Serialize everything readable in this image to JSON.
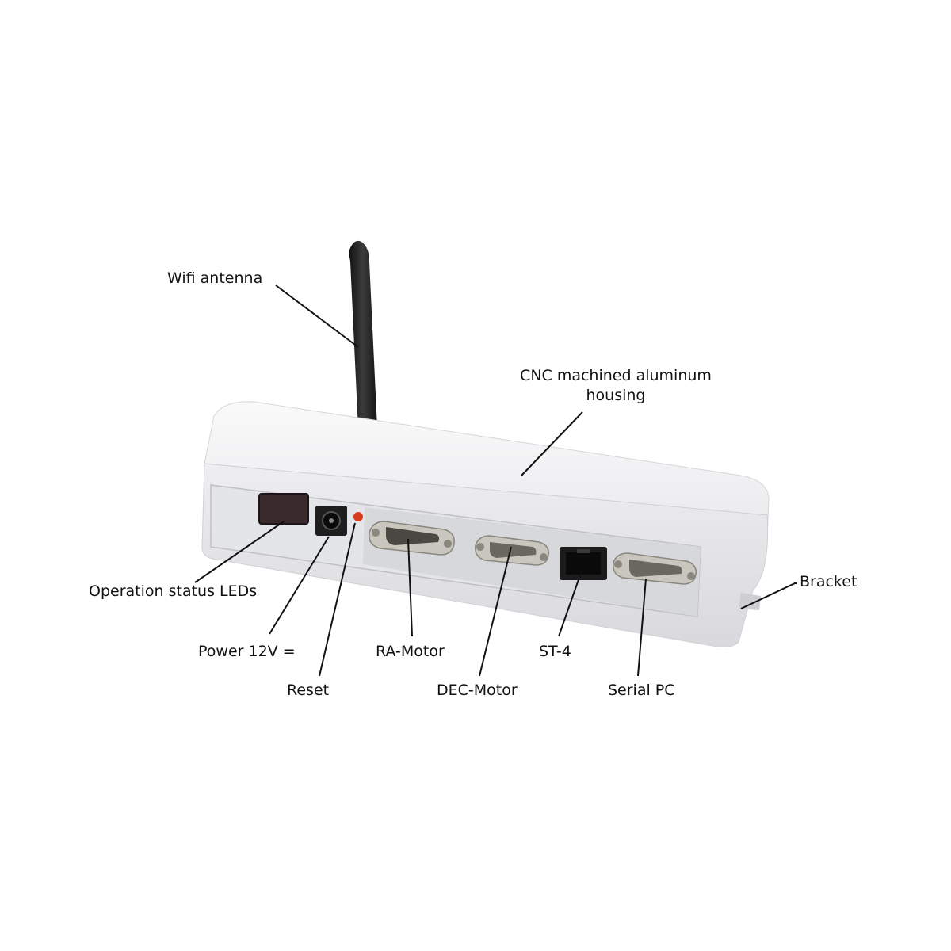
{
  "labels": {
    "wifi_antenna": "Wifi antenna",
    "housing_line1": "CNC machined aluminum",
    "housing_line2": "housing",
    "operation_leds": "Operation status LEDs",
    "power": "Power 12V =",
    "reset": "Reset",
    "ra_motor": "RA-Motor",
    "dec_motor": "DEC-Motor",
    "st4": "ST-4",
    "serial_pc": "Serial PC",
    "bracket": "Bracket"
  },
  "colors": {
    "housing": "#f1f1f3",
    "panel": "#dcdde0",
    "antenna": "#262626",
    "port_metal": "#c9c6bd",
    "connector": "#4a4842",
    "led_window": "#3a2a2c",
    "reset_led": "#d83a1c",
    "leader_line": "#111111"
  }
}
